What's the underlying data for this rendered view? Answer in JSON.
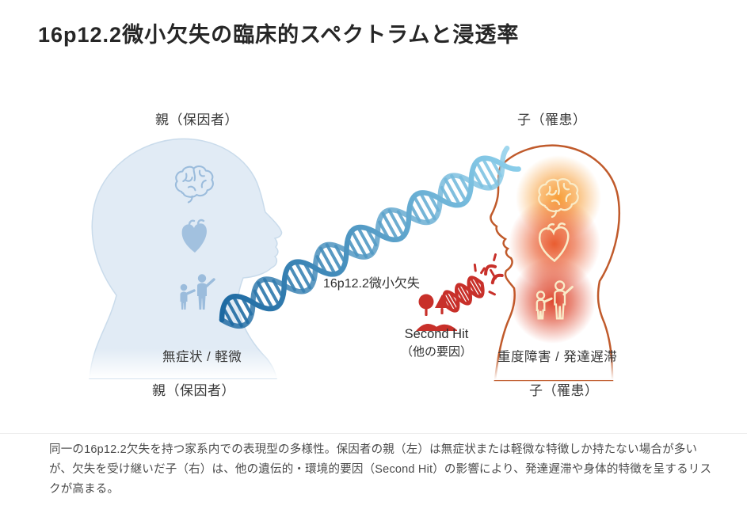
{
  "colors": {
    "title_text": "#262626",
    "label_text": "#383838",
    "caption_text": "#4b4b4b",
    "parent_fill": "#e1ebf5",
    "parent_stroke": "#c9dbeb",
    "parent_icon": "#9bbcdc",
    "parent_icon_fill": "#a2c1df",
    "child_outline": "#c05a2b",
    "child_icon": "#f9ecc9",
    "glow_brain": "#f7992e",
    "glow_heart": "#e85425",
    "glow_people": "#dc3d22",
    "dna_dark": "#1a669f",
    "dna_light": "#8ccfeb",
    "second_hit_red": "#c8302a"
  },
  "header": {
    "title": "16p12.2微小欠失の臨床的スペクトラムと浸透率"
  },
  "diagram": {
    "parent": {
      "label_top": "親（保因者）",
      "label_bottom": "親（保因者）",
      "status": "無症状 / 軽微",
      "icons": [
        "brain-icon",
        "heart-icon",
        "family-icon"
      ]
    },
    "child": {
      "label_top": "子（罹患）",
      "label_bottom": "子（罹患）",
      "status": "重度障害 / 発達遅滞",
      "icons": [
        "brain-icon",
        "heart-icon",
        "family-icon"
      ]
    },
    "dna_label": "16p12.2微小欠失",
    "second_hit": {
      "label": "Second Hit",
      "sublabel": "（他の要因）",
      "icons": [
        "environment-trees-icon",
        "broken-dna-icon"
      ]
    }
  },
  "caption": {
    "text": "同一の16p12.2欠失を持つ家系内での表現型の多様性。保因者の親（左）は無症状または軽微な特徴しか持たない場合が多いが、欠失を受け継いだ子（右）は、他の遺伝的・環境的要因（Second Hit）の影響により、発達遅滞や身体的特徴を呈するリスクが高まる。"
  }
}
